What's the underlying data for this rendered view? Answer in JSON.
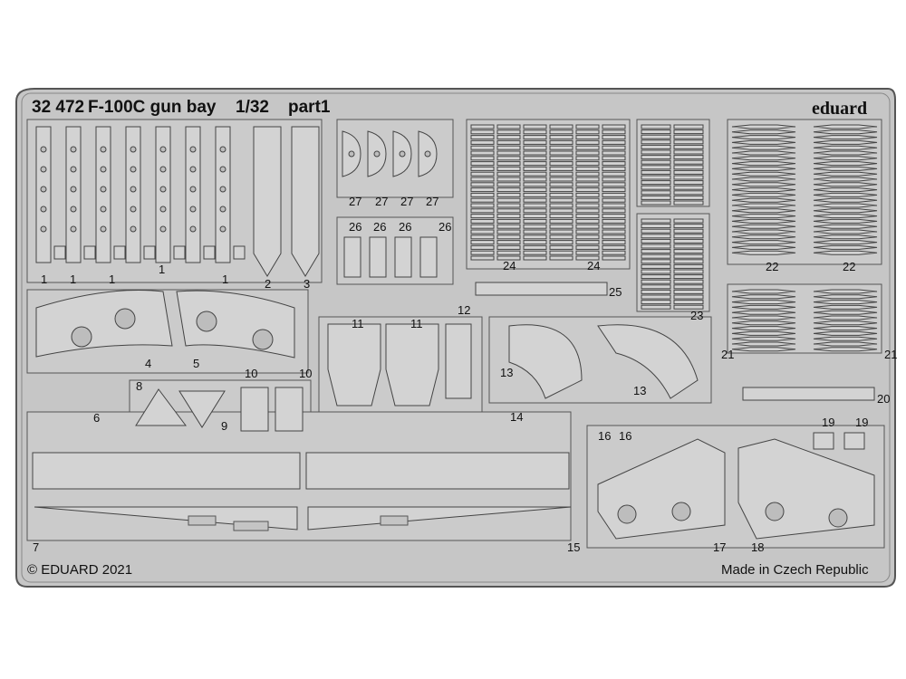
{
  "header": {
    "code": "32 472",
    "title": "F-100C gun bay",
    "scale": "1/32",
    "part": "part1",
    "brand": "eduard"
  },
  "footer": {
    "copyright": "© EDUARD 2021",
    "origin": "Made in Czech Republic"
  },
  "part_labels": [
    "1",
    "1",
    "1",
    "1",
    "1",
    "2",
    "3",
    "27",
    "27",
    "27",
    "27",
    "26",
    "26",
    "26",
    "26",
    "24",
    "24",
    "25",
    "23",
    "22",
    "22",
    "21",
    "21",
    "20",
    "11",
    "11",
    "12",
    "13",
    "13",
    "4",
    "5",
    "8",
    "10",
    "10",
    "9",
    "6",
    "14",
    "16",
    "16",
    "19",
    "19",
    "7",
    "15",
    "17",
    "18"
  ],
  "colors": {
    "fret": "#c6c6c6",
    "part": "#d3d3d3",
    "outline": "#444444"
  }
}
